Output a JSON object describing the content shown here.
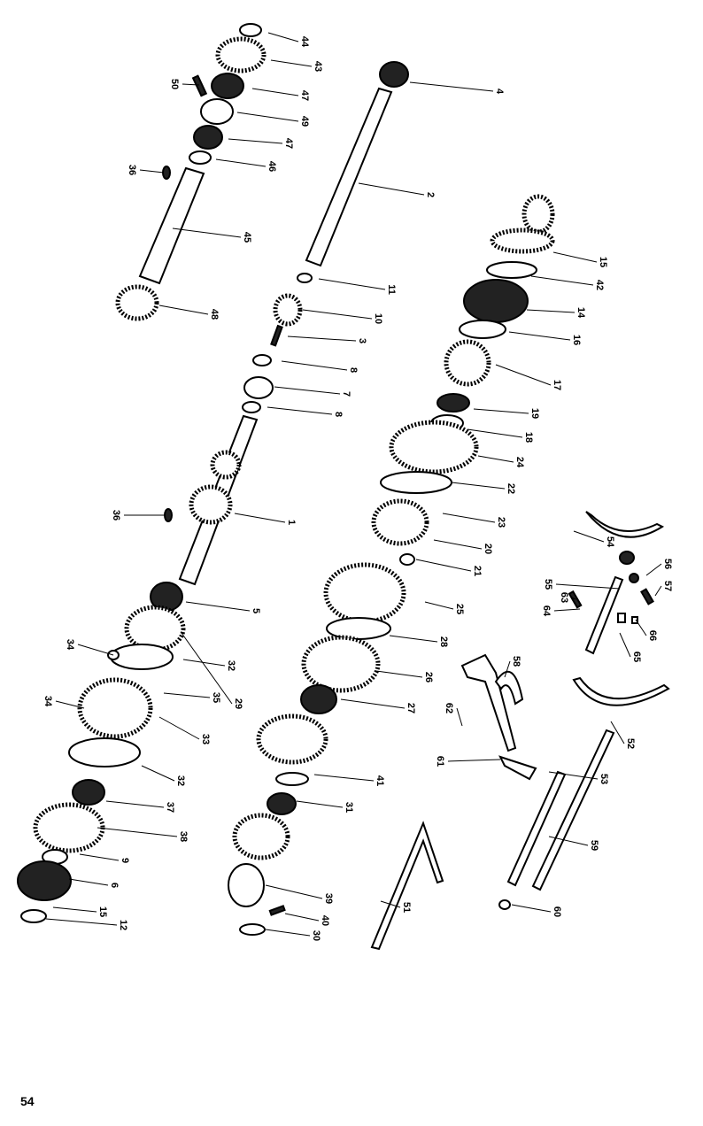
{
  "page_number": "54",
  "callouts": [
    "44",
    "43",
    "50",
    "47",
    "49",
    "47",
    "46",
    "36",
    "45",
    "48",
    "4",
    "2",
    "15",
    "42",
    "11",
    "14",
    "10",
    "16",
    "3",
    "8",
    "7",
    "17",
    "8",
    "19",
    "18",
    "24",
    "22",
    "36",
    "1",
    "23",
    "20",
    "21",
    "54",
    "56",
    "55",
    "63",
    "57",
    "64",
    "5",
    "25",
    "34",
    "32",
    "28",
    "66",
    "65",
    "29",
    "58",
    "26",
    "35",
    "34",
    "33",
    "62",
    "27",
    "32",
    "52",
    "61",
    "53",
    "41",
    "37",
    "31",
    "38",
    "9",
    "59",
    "6",
    "39",
    "15",
    "51",
    "60",
    "12",
    "40",
    "30"
  ]
}
